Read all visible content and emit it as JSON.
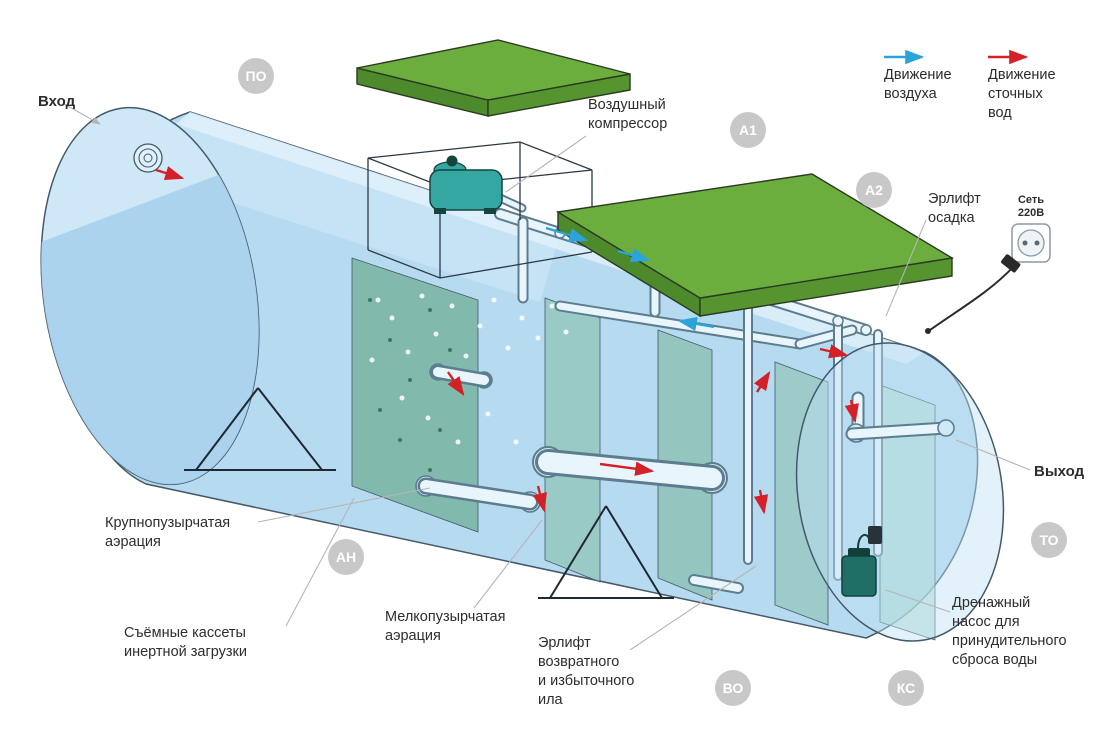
{
  "legend": {
    "air": {
      "label": "Движение\nвоздуха",
      "color": "#2ba3db"
    },
    "sewage": {
      "label": "Движение\nсточных\nвод",
      "color": "#d42027"
    }
  },
  "labels": {
    "inlet": "Вход",
    "outlet": "Выход",
    "compressor": "Воздушный\nкомпрессор",
    "sludge_airlift": "Эрлифт\nосадка",
    "power": "Сеть\n220В",
    "coarse_aeration": "Крупнопузырчатая\nаэрация",
    "cassettes": "Съёмные кассеты\nинертной загрузки",
    "fine_aeration": "Мелкопузырчатая\nаэрация",
    "return_airlift": "Эрлифт\nвозвратного\nи избыточного\nила",
    "drain_pump": "Дренажный\nнасос для\nпринудительного\nсброса воды"
  },
  "badges": {
    "po": {
      "label": "ПО"
    },
    "a1": {
      "label": "А1"
    },
    "a2": {
      "label": "А2"
    },
    "an": {
      "label": "АН"
    },
    "vo": {
      "label": "ВО"
    },
    "ks": {
      "label": "КС"
    },
    "to": {
      "label": "ТО"
    }
  },
  "colors": {
    "air_arrow": "#2ba3db",
    "sewage_arrow": "#d42027",
    "lid_green": "#6cae3e",
    "water": "#aed7ef",
    "badge_gray": "#c8c8c8",
    "compressor_teal": "#35a7a2"
  }
}
